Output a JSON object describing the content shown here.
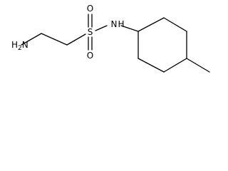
{
  "molecule": {
    "atoms": {
      "amine": {
        "main": "H",
        "sub": "2",
        "tail": "N"
      },
      "sulfur": "S",
      "oxygen_top": "O",
      "oxygen_bottom": "O",
      "nitrogen_sulfonamide": "N",
      "hydrogen_sulfonamide": "H"
    }
  }
}
